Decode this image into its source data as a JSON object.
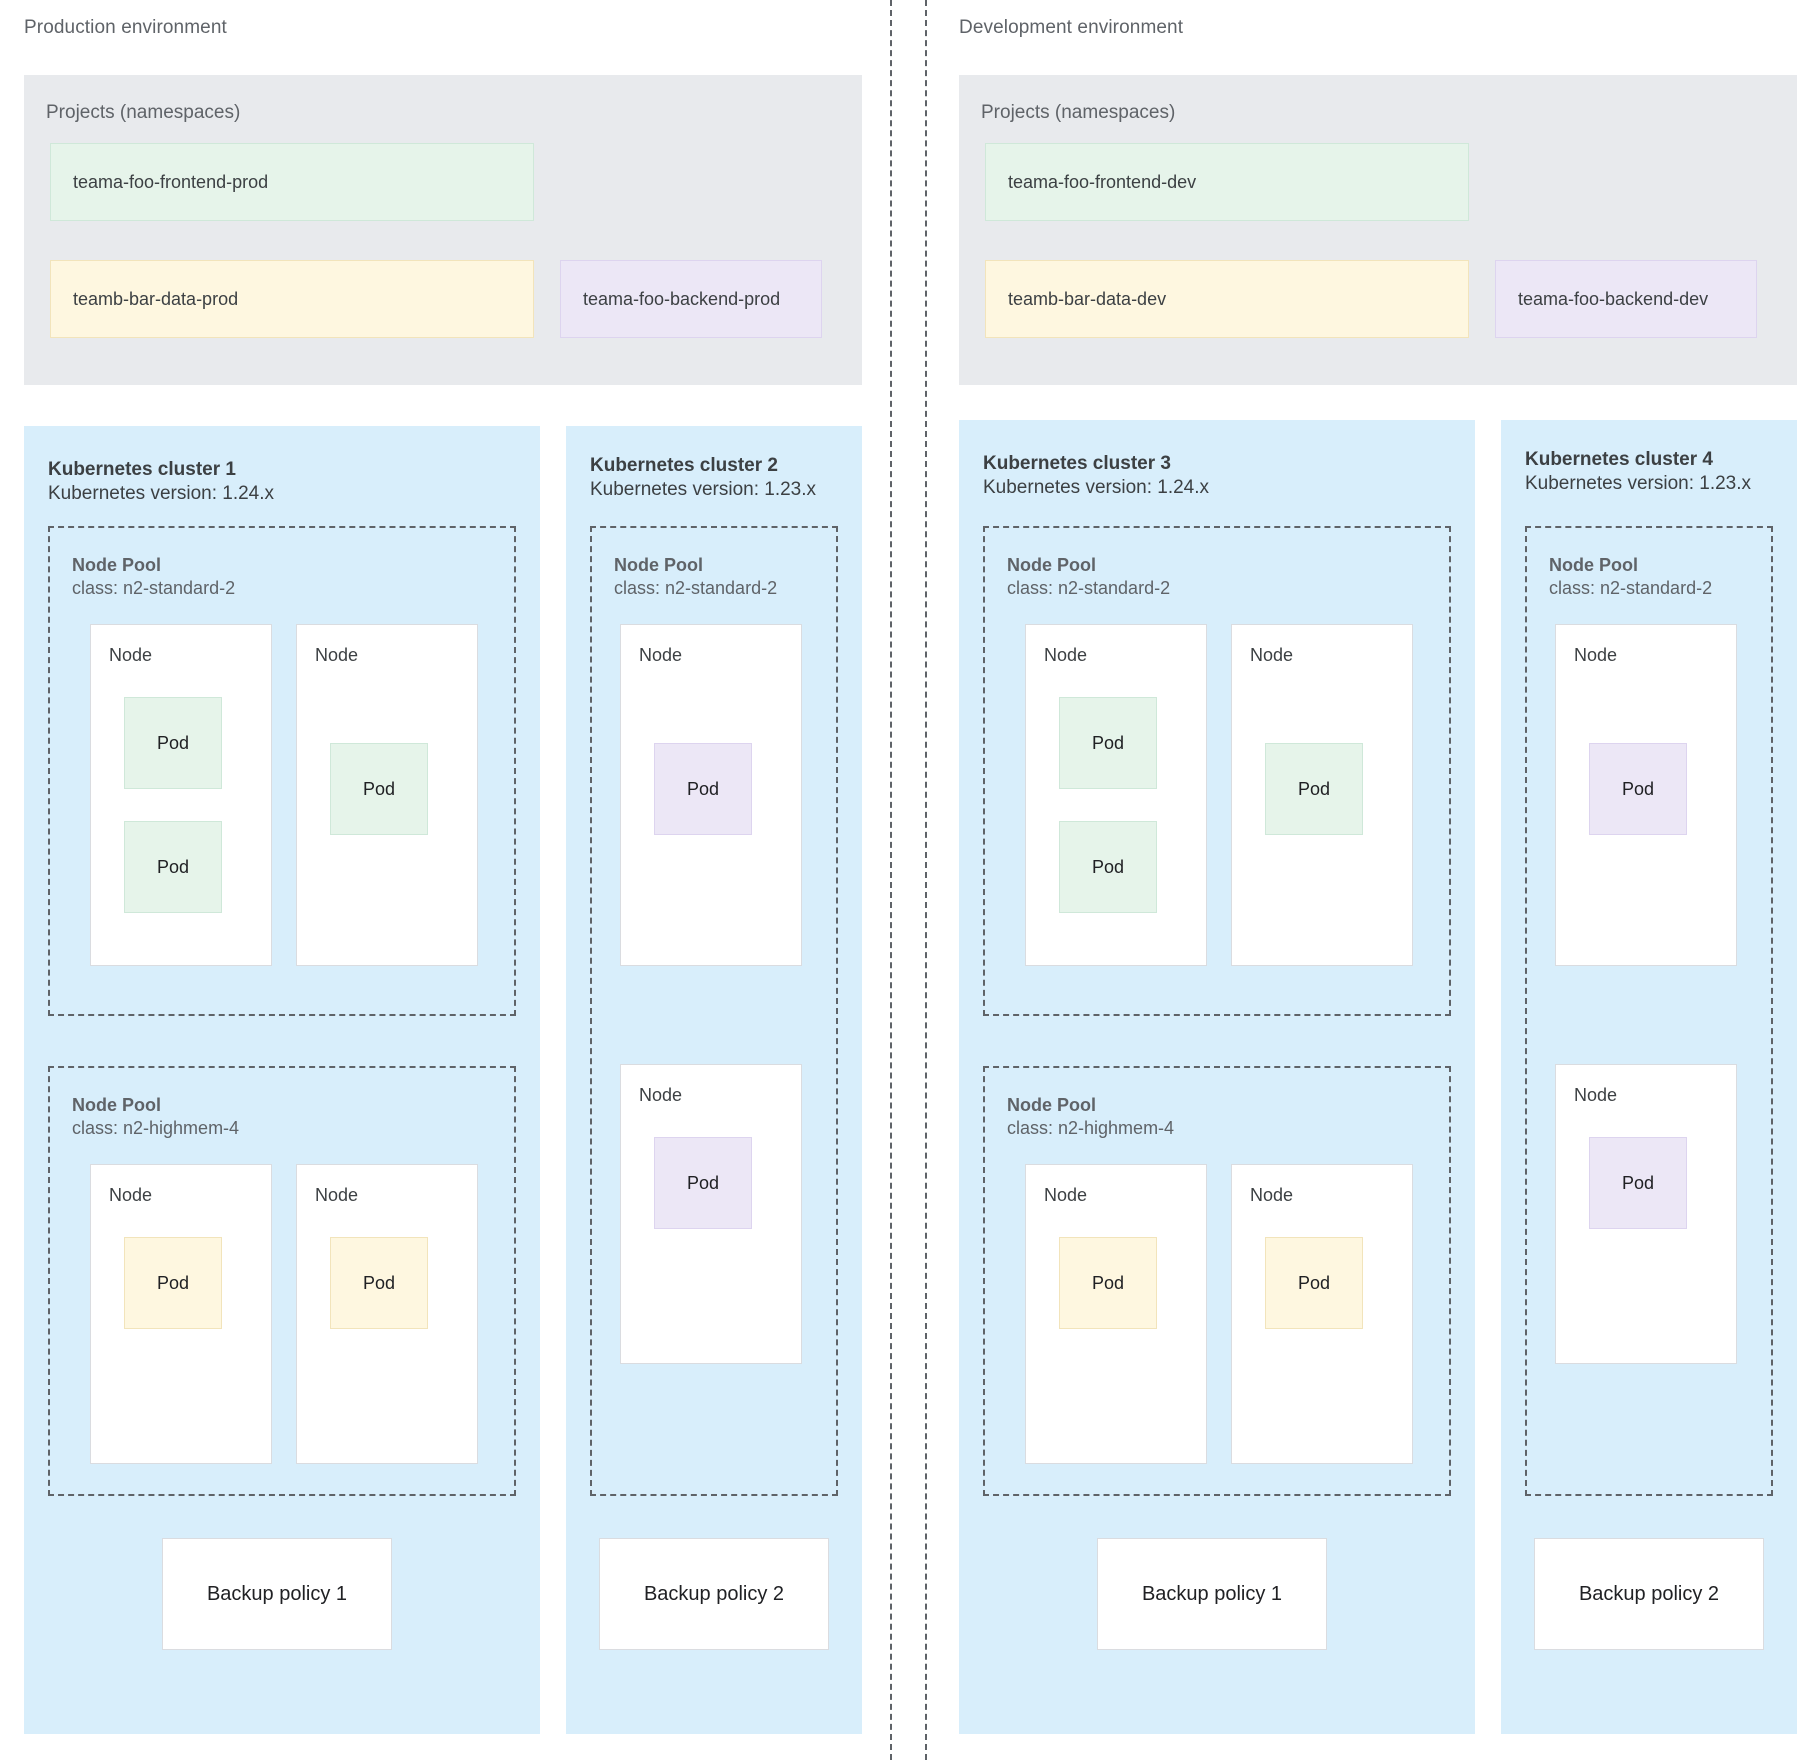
{
  "environments": [
    {
      "id": "production",
      "title": "Production environment",
      "projects": {
        "title": "Projects (namespaces)",
        "namespaces": [
          {
            "label": "teama-foo-frontend-prod",
            "color": "green",
            "hex": "#e6f4ea"
          },
          {
            "label": "teamb-bar-data-prod",
            "color": "yellow",
            "hex": "#fef7e0"
          },
          {
            "label": "teama-foo-backend-prod",
            "color": "purple",
            "hex": "#ece7f6"
          }
        ]
      },
      "clusters": [
        {
          "name": "Kubernetes cluster 1",
          "version": "Kubernetes version: 1.24.x",
          "node_pools": [
            {
              "title": "Node Pool",
              "class": "class: n2-standard-2",
              "nodes": [
                {
                  "label": "Node",
                  "pods": [
                    {
                      "label": "Pod",
                      "color": "green"
                    },
                    {
                      "label": "Pod",
                      "color": "green"
                    }
                  ]
                },
                {
                  "label": "Node",
                  "pods": [
                    {
                      "label": "Pod",
                      "color": "green"
                    }
                  ]
                }
              ]
            },
            {
              "title": "Node Pool",
              "class": "class: n2-highmem-4",
              "nodes": [
                {
                  "label": "Node",
                  "pods": [
                    {
                      "label": "Pod",
                      "color": "yellow"
                    }
                  ]
                },
                {
                  "label": "Node",
                  "pods": [
                    {
                      "label": "Pod",
                      "color": "yellow"
                    }
                  ]
                }
              ]
            }
          ],
          "backup_policy": "Backup policy 1"
        },
        {
          "name": "Kubernetes cluster 2",
          "version": "Kubernetes version: 1.23.x",
          "node_pools": [
            {
              "title": "Node Pool",
              "class": "class: n2-standard-2",
              "nodes": [
                {
                  "label": "Node",
                  "pods": [
                    {
                      "label": "Pod",
                      "color": "purple"
                    }
                  ]
                },
                {
                  "label": "Node",
                  "pods": [
                    {
                      "label": "Pod",
                      "color": "purple"
                    }
                  ]
                }
              ]
            }
          ],
          "backup_policy": "Backup policy 2"
        }
      ]
    },
    {
      "id": "development",
      "title": "Development environment",
      "projects": {
        "title": "Projects (namespaces)",
        "namespaces": [
          {
            "label": "teama-foo-frontend-dev",
            "color": "green",
            "hex": "#e6f4ea"
          },
          {
            "label": "teamb-bar-data-dev",
            "color": "yellow",
            "hex": "#fef7e0"
          },
          {
            "label": "teama-foo-backend-dev",
            "color": "purple",
            "hex": "#ece7f6"
          }
        ]
      },
      "clusters": [
        {
          "name": "Kubernetes cluster 3",
          "version": "Kubernetes version: 1.24.x",
          "node_pools": [
            {
              "title": "Node Pool",
              "class": "class: n2-standard-2",
              "nodes": [
                {
                  "label": "Node",
                  "pods": [
                    {
                      "label": "Pod",
                      "color": "green"
                    },
                    {
                      "label": "Pod",
                      "color": "green"
                    }
                  ]
                },
                {
                  "label": "Node",
                  "pods": [
                    {
                      "label": "Pod",
                      "color": "green"
                    }
                  ]
                }
              ]
            },
            {
              "title": "Node Pool",
              "class": "class: n2-highmem-4",
              "nodes": [
                {
                  "label": "Node",
                  "pods": [
                    {
                      "label": "Pod",
                      "color": "yellow"
                    }
                  ]
                },
                {
                  "label": "Node",
                  "pods": [
                    {
                      "label": "Pod",
                      "color": "yellow"
                    }
                  ]
                }
              ]
            }
          ],
          "backup_policy": "Backup policy 1"
        },
        {
          "name": "Kubernetes cluster 4",
          "version": "Kubernetes version: 1.23.x",
          "node_pools": [
            {
              "title": "Node Pool",
              "class": "class: n2-standard-2",
              "nodes": [
                {
                  "label": "Node",
                  "pods": [
                    {
                      "label": "Pod",
                      "color": "purple"
                    }
                  ]
                },
                {
                  "label": "Node",
                  "pods": [
                    {
                      "label": "Pod",
                      "color": "purple"
                    }
                  ]
                }
              ]
            }
          ],
          "backup_policy": "Backup policy 2"
        }
      ]
    }
  ],
  "colors": {
    "cluster_bg": "#d8eefb",
    "projects_bg": "#e8eaed",
    "green": "#e6f4ea",
    "yellow": "#fef7e0",
    "purple": "#ece7f6",
    "dashed_line": "#5f6368",
    "node_border": "#dadce0"
  }
}
